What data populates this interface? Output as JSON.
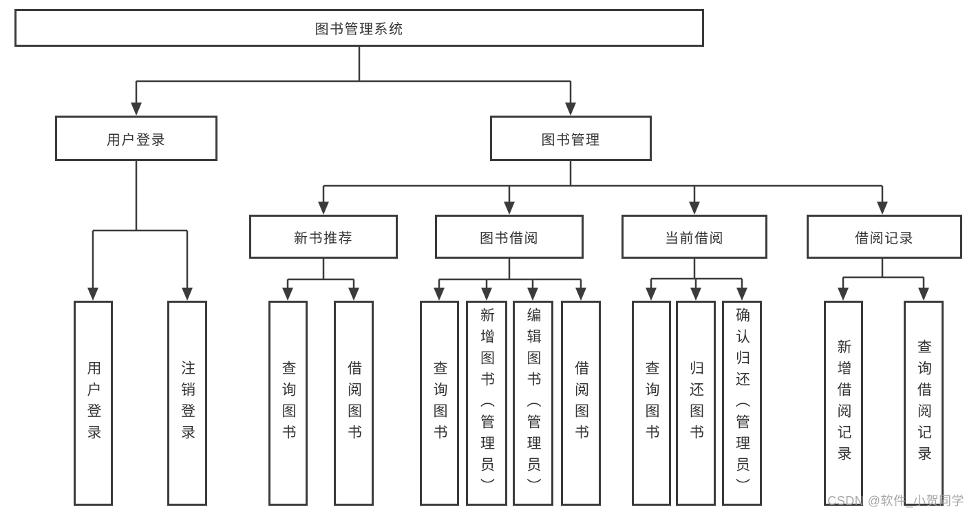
{
  "title": "图书管理系统",
  "colors": {
    "line": "#3b3b3b",
    "box_border": "#3b3b3b",
    "box_background": "#ffffff",
    "text": "#333333",
    "watermark": "#9e9e9e",
    "background": "#ffffff"
  },
  "watermark": {
    "text": "CSDN @软件_小贺同学"
  },
  "nodes": {
    "root": "图书管理系统",
    "user_login": "用户登录",
    "book_mgmt": "图书管理",
    "new_book_rec": "新书推荐",
    "book_borrow": "图书借阅",
    "current_borrow": "当前借阅",
    "borrow_records": "借阅记录",
    "leaf_user_login": "用户登录",
    "leaf_logout": "注销登录",
    "leaf_query_book_1": "查询图书",
    "leaf_borrow_book_1": "借阅图书",
    "leaf_query_book_2": "查询图书",
    "leaf_add_book": "新增图书（管理员）",
    "leaf_edit_book": "编辑图书（管理员）",
    "leaf_borrow_book_2": "借阅图书",
    "leaf_query_book_3": "查询图书",
    "leaf_return_book": "归还图书",
    "leaf_confirm_return": "确认归还（管理员）",
    "leaf_add_record": "新增借阅记录",
    "leaf_query_record": "查询借阅记录"
  },
  "diagram": {
    "type": "tree",
    "hierarchy": {
      "图书管理系统": {
        "用户登录": [
          "用户登录",
          "注销登录"
        ],
        "图书管理": {
          "新书推荐": [
            "查询图书",
            "借阅图书"
          ],
          "图书借阅": [
            "查询图书",
            "新增图书（管理员）",
            "编辑图书（管理员）",
            "借阅图书"
          ],
          "当前借阅": [
            "查询图书",
            "归还图书",
            "确认归还（管理员）"
          ],
          "借阅记录": [
            "新增借阅记录",
            "查询借阅记录"
          ]
        }
      }
    }
  }
}
